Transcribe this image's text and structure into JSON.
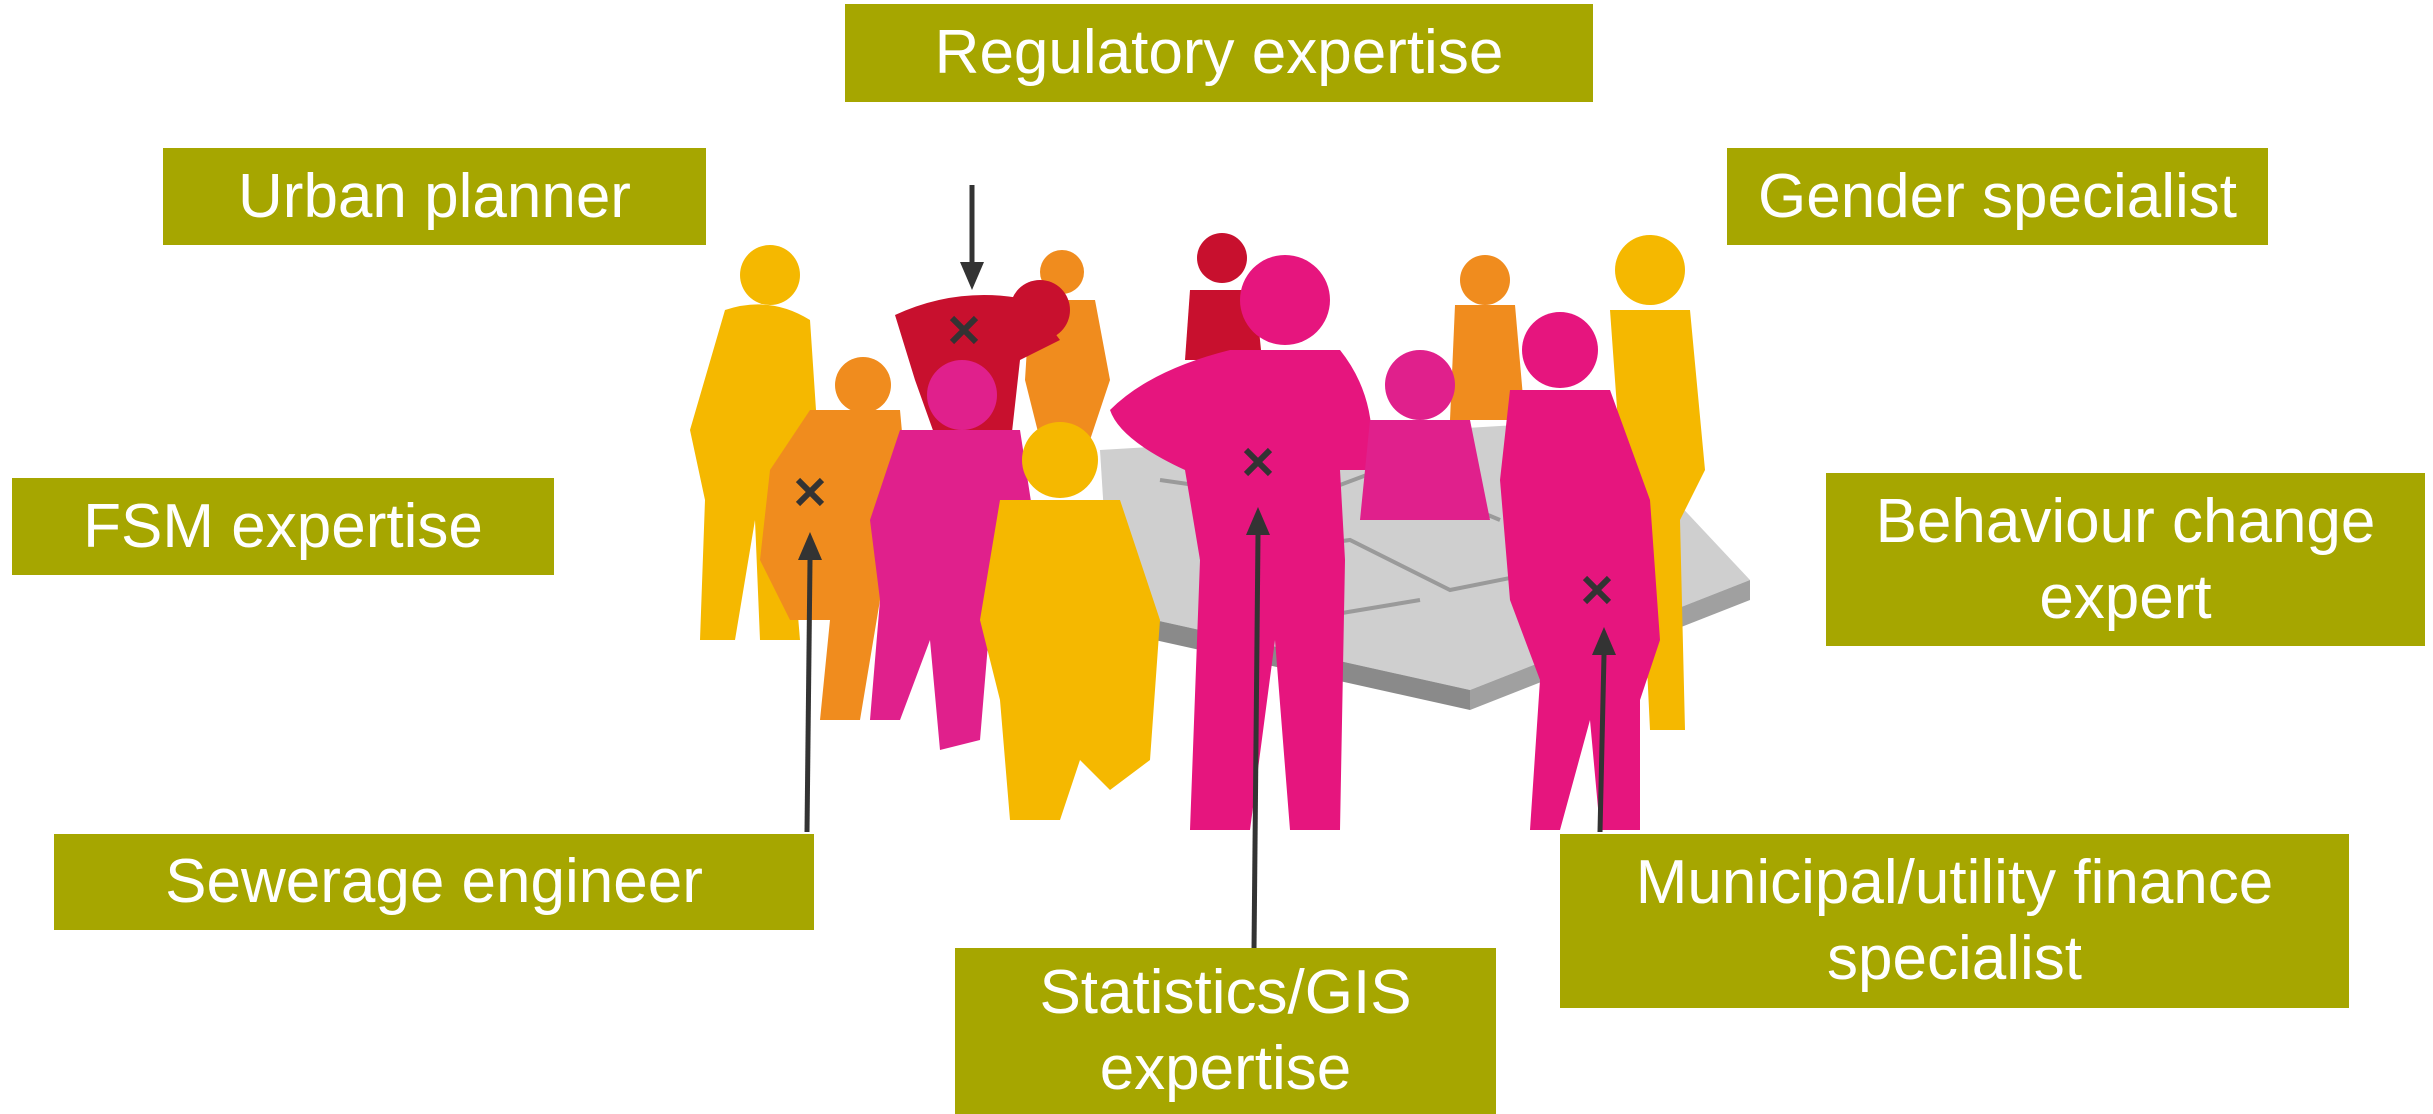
{
  "labels": {
    "regulatory": "Regulatory expertise",
    "urban_planner": "Urban planner",
    "gender": "Gender specialist",
    "fsm": "FSM expertise",
    "behaviour_line1": "Behaviour change",
    "behaviour_line2": "expert",
    "sewerage": "Sewerage engineer",
    "statistics_line1": "Statistics/GIS",
    "statistics_line2": "expertise",
    "finance_line1": "Municipal/utility finance",
    "finance_line2": "specialist"
  },
  "colors": {
    "label_bg": "#a6a600",
    "label_text": "#ffffff",
    "figure_yellow": "#f5b800",
    "figure_orange": "#f08c1e",
    "figure_magenta": "#e6157e",
    "figure_pink": "#e0208c",
    "figure_red": "#c8102e",
    "arrow": "#333333"
  },
  "icons": [
    "marker-x-icon",
    "arrow-up-icon",
    "arrow-down-icon"
  ]
}
